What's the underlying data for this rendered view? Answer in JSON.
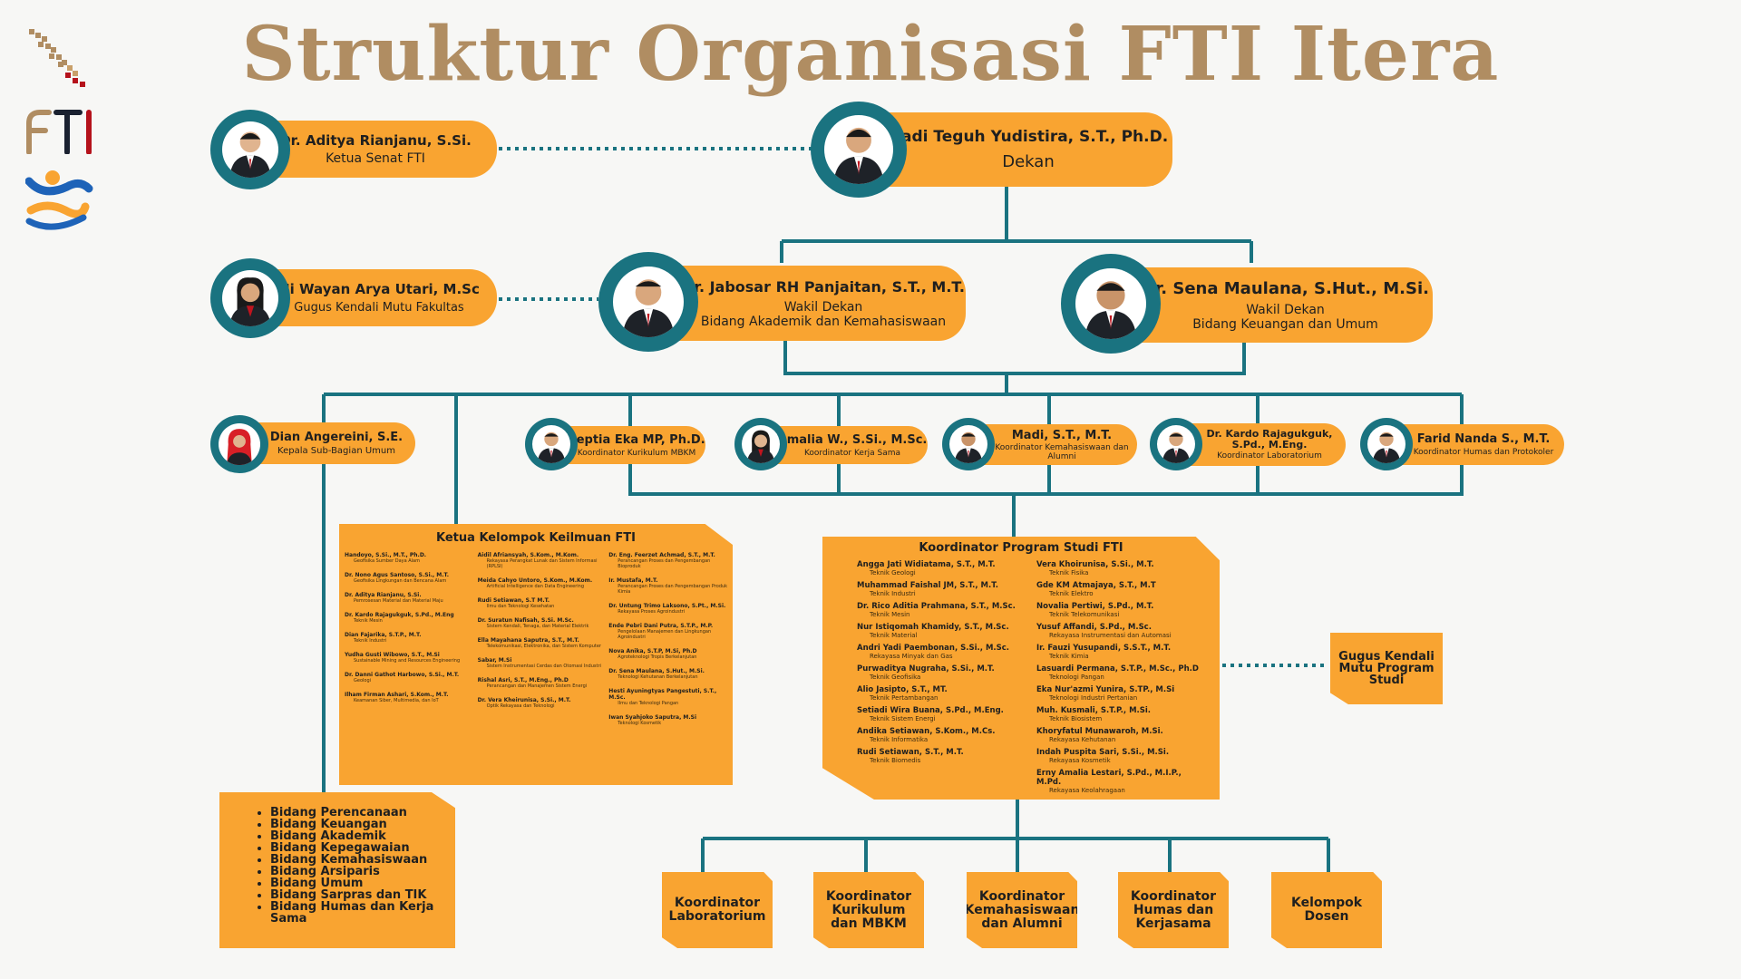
{
  "title": "Struktur Organisasi FTI Itera",
  "logos": {
    "fti_text": "FTI"
  },
  "colors": {
    "orange": "#f9a431",
    "teal": "#1a7380",
    "title": "#b08d62"
  },
  "people": {
    "senat": {
      "name": "Dr. Aditya Rianjanu, S.Si.",
      "role": "Ketua Senat FTI"
    },
    "dekan": {
      "name": "Hadi Teguh Yudistira, S.T., Ph.D.",
      "role": "Dekan"
    },
    "gkm_fakultas": {
      "name": "Ni Wayan Arya Utari, M.Sc",
      "role": "Gugus Kendali Mutu Fakultas"
    },
    "wd1": {
      "name": "Dr. Jabosar RH Panjaitan, S.T., M.T.",
      "role1": "Wakil Dekan",
      "role2": "Bidang Akademik dan Kemahasiswaan"
    },
    "wd2": {
      "name": "Dr. Sena Maulana, S.Hut., M.Si.",
      "role1": "Wakil Dekan",
      "role2": "Bidang Keuangan dan Umum"
    },
    "kasubag": {
      "name": "Dian Angereini, S.E.",
      "role": "Kepala Sub-Bagian Umum"
    },
    "coord": [
      {
        "name": "Septia Eka MP, Ph.D.",
        "role": "Koordinator Kurikulum MBKM"
      },
      {
        "name": "Amalia W., S.Si., M.Sc.",
        "role": "Koordinator Kerja Sama"
      },
      {
        "name": "Madi, S.T., M.T.",
        "role": "Koordinator Kemahasiswaan dan Alumni"
      },
      {
        "name": "Dr. Kardo Rajagukguk, S.Pd., M.Eng.",
        "role": "Koordinator Laboratorium"
      },
      {
        "name": "Farid Nanda S., M.T.",
        "role": "Koordinator Humas dan Protokoler"
      }
    ]
  },
  "kk": {
    "title": "Ketua Kelompok Keilmuan FTI",
    "columns": [
      [
        {
          "n": "Handoyo, S.Si., M.T., Ph.D.",
          "f": "Geofisika Sumber Daya Alam"
        },
        {
          "n": "Dr. Nono Agus Santoso, S.Si., M.T.",
          "f": "Geofisika Lingkungan dan Bencana Alam"
        },
        {
          "n": "Dr. Aditya Rianjanu, S.Si.",
          "f": "Pemrosesan Material dan Material Maju"
        },
        {
          "n": "Dr. Kardo Rajagukguk, S.Pd., M.Eng",
          "f": "Teknik Mesin"
        },
        {
          "n": "Dian Fajarika, S.T.P., M.T.",
          "f": "Teknik Industri"
        },
        {
          "n": "Yudha Gusti Wibowo, S.T., M.Si",
          "f": "Sustainable Mining and Resources Engineering"
        },
        {
          "n": "Dr. Danni Gathot Harbowo, S.Si., M.T.",
          "f": "Geologi"
        },
        {
          "n": "Ilham Firman Ashari, S.Kom., M.T.",
          "f": "Keamanan Siber, Multimedia, dan IoT"
        }
      ],
      [
        {
          "n": "Aidil Afriansyah, S.Kom., M.Kom.",
          "f": "Rekayasa Perangkat Lunak dan Sistem Informasi (RPLSI)"
        },
        {
          "n": "Meida Cahyo Untoro, S.Kom., M.Kom.",
          "f": "Artificial Intelligence dan Data Engineering"
        },
        {
          "n": "Rudi Setiawan, S.T M.T.",
          "f": "Ilmu dan Teknologi Kesehatan"
        },
        {
          "n": "Dr. Suratun Nafisah, S.Si. M.Sc.",
          "f": "Sistem Kendali, Tenaga, dan Material Elektrik"
        },
        {
          "n": "Ella Mayahana Saputra, S.T., M.T.",
          "f": "Telekomunikasi, Elektronika, dan Sistem Komputer"
        },
        {
          "n": "Sabar, M.Si",
          "f": "Sistem Instrumentasi Cerdas dan Otomasi Industri"
        },
        {
          "n": "Rishal Asri, S.T., M.Eng., Ph.D",
          "f": "Perancangan dan Manajemen Sistem Energi"
        },
        {
          "n": "Dr. Vera Kheirunisa, S.Si., M.T.",
          "f": "Optik Rekayasa dan Teknologi"
        }
      ],
      [
        {
          "n": "Dr. Eng. Feerzet Achmad, S.T., M.T.",
          "f": "Perancangan Proses dan Pengembangan Bioproduk"
        },
        {
          "n": "Ir. Mustafa, M.T.",
          "f": "Perancangan Proses dan Pengembangan Produk Kimia"
        },
        {
          "n": "Dr. Untung Trimo Laksono, S.Pt., M.Si.",
          "f": "Rekayasa Proses Agroindustri"
        },
        {
          "n": "Ende Pebri Dani Putra, S.T.P., M.P.",
          "f": "Pengelolaan Manajemen dan Lingkungan Agroindustri"
        },
        {
          "n": "Nova Anika, S.T.P, M.Si, Ph.D",
          "f": "Agroteknologi Tropis Berkelanjutan"
        },
        {
          "n": "Dr. Sena Maulana, S.Hut., M.Si.",
          "f": "Teknologi Kehutanan Berkelanjutan"
        },
        {
          "n": "Hesti Ayuningtyas Pangestuti, S.T., M.Sc.",
          "f": "Ilmu dan Teknologi Pangan"
        },
        {
          "n": "Iwan Syahjoko Saputra, M.Si",
          "f": "Teknologi Kosmetik"
        }
      ]
    ]
  },
  "kps": {
    "title": "Koordinator Program Studi FTI",
    "columns": [
      [
        {
          "n": "Angga Jati Widiatama, S.T., M.T.",
          "f": "Teknik Geologi"
        },
        {
          "n": "Muhammad Faishal JM, S.T., M.T.",
          "f": "Teknik Industri"
        },
        {
          "n": "Dr. Rico Aditia Prahmana, S.T., M.Sc.",
          "f": "Teknik Mesin"
        },
        {
          "n": "Nur Istiqomah Khamidy, S.T., M.Sc.",
          "f": "Teknik Material"
        },
        {
          "n": "Andri Yadi Paembonan, S.Si., M.Sc.",
          "f": "Rekayasa Minyak dan Gas"
        },
        {
          "n": "Purwaditya Nugraha, S.Si., M.T.",
          "f": "Teknik Geofisika"
        },
        {
          "n": "Alio Jasipto, S.T., MT.",
          "f": "Teknik Pertambangan"
        },
        {
          "n": "Setiadi Wira Buana, S.Pd., M.Eng.",
          "f": "Teknik Sistem Energi"
        },
        {
          "n": "Andika Setiawan, S.Kom., M.Cs.",
          "f": "Teknik Informatika"
        },
        {
          "n": "Rudi Setiawan, S.T., M.T.",
          "f": "Teknik Biomedis"
        }
      ],
      [
        {
          "n": "Vera Khoirunisa, S.Si., M.T.",
          "f": "Teknik Fisika"
        },
        {
          "n": "Gde KM Atmajaya, S.T., M.T",
          "f": "Teknik Elektro"
        },
        {
          "n": "Novalia Pertiwi, S.Pd., M.T.",
          "f": "Teknik Telekomunikasi"
        },
        {
          "n": "Yusuf Affandi, S.Pd., M.Sc.",
          "f": "Rekayasa Instrumentasi dan Automasi"
        },
        {
          "n": "Ir. Fauzi Yusupandi, S.S.T., M.T.",
          "f": "Teknik Kimia"
        },
        {
          "n": "Lasuardi Permana, S.T.P., M.Sc., Ph.D",
          "f": "Teknologi Pangan"
        },
        {
          "n": "Eka Nur'azmi Yunira, S.TP., M.Si",
          "f": "Teknologi Industri Pertanian"
        },
        {
          "n": "Muh. Kusmali, S.T.P., M.Si.",
          "f": "Teknik Biosistem"
        },
        {
          "n": "Khoryfatul Munawaroh, M.Si.",
          "f": "Rekayasa Kehutanan"
        },
        {
          "n": "Indah Puspita Sari, S.Si., M.Si.",
          "f": "Rekayasa Kosmetik"
        },
        {
          "n": "Erny Amalia Lestari, S.Pd., M.I.P., M.Pd.",
          "f": "Rekayasa Keolahragaan"
        }
      ]
    ]
  },
  "bidang": [
    "Bidang Perencanaan",
    "Bidang Keuangan",
    "Bidang Akademik",
    "Bidang Kepegawaian",
    "Bidang Kemahasiswaan",
    "Bidang Arsiparis",
    "Bidang Umum",
    "Bidang Sarpras dan TIK",
    "Bidang Humas dan Kerja Sama"
  ],
  "gkm_prodi": "Gugus Kendali Mutu Program Studi",
  "bottom": [
    "Koordinator Laboratorium",
    "Koordinator Kurikulum dan MBKM",
    "Koordinator Kemahasiswaan dan Alumni",
    "Koordinator Humas dan Kerjasama",
    "Kelompok Dosen"
  ]
}
